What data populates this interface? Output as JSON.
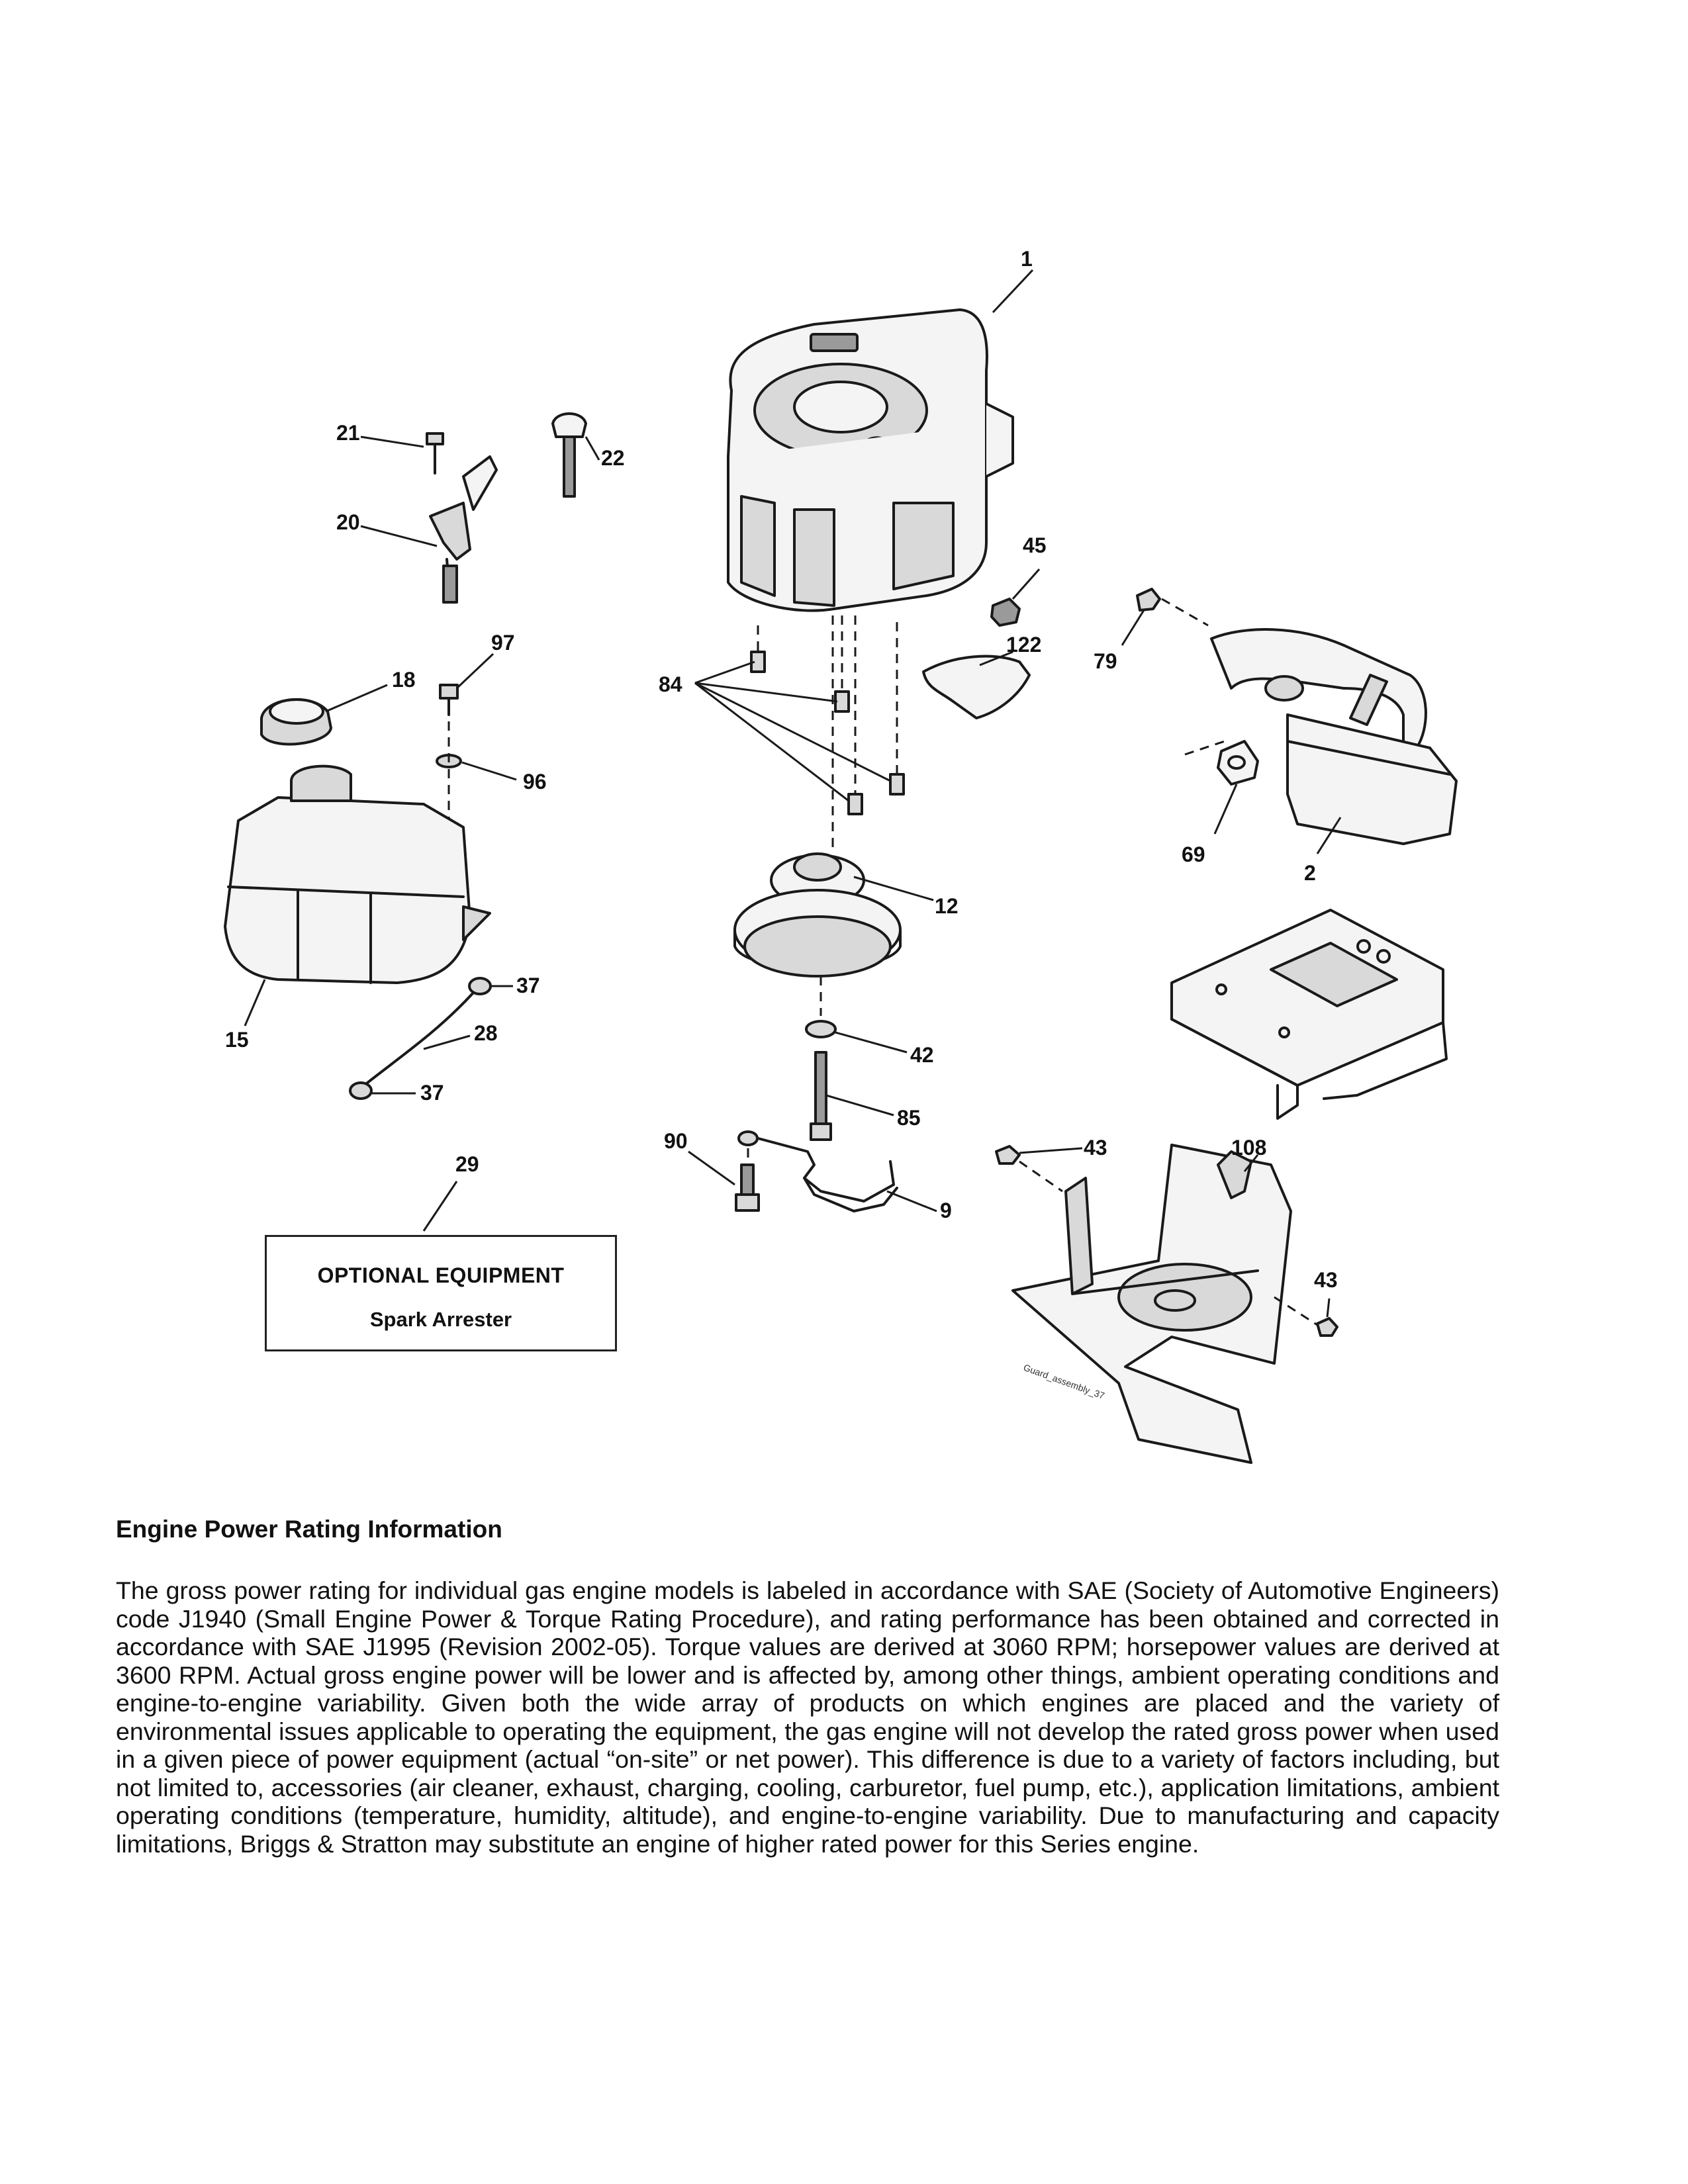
{
  "diagram": {
    "callouts": {
      "c1": "1",
      "c2": "2",
      "c9": "9",
      "c12": "12",
      "c15": "15",
      "c18": "18",
      "c20": "20",
      "c21": "21",
      "c22": "22",
      "c28": "28",
      "c29": "29",
      "c37a": "37",
      "c37b": "37",
      "c42": "42",
      "c43a": "43",
      "c43b": "43",
      "c45": "45",
      "c69": "69",
      "c79": "79",
      "c84": "84",
      "c85": "85",
      "c90": "90",
      "c96": "96",
      "c97": "97",
      "c108": "108",
      "c122": "122"
    },
    "guard_stamp": "Guard_assembly_37"
  },
  "optional_equipment": {
    "title": "OPTIONAL EQUIPMENT",
    "item": "Spark Arrester"
  },
  "rating_info": {
    "title": "Engine Power Rating Information",
    "body": "The gross power rating for individual gas engine models is labeled in accordance with SAE (Society of Automotive Engineers) code J1940 (Small Engine Power & Torque Rating Procedure), and rating performance has been obtained and corrected in accordance with SAE J1995 (Revision 2002-05). Torque values are derived at 3060 RPM; horsepower values are derived at 3600 RPM. Actual gross engine power will be lower and is affected by, among other things, ambient operating conditions and engine-to-engine variability. Given both the wide array of products on which engines are placed and the variety of environmental issues applicable to operating the equipment, the gas engine will not develop the rated gross power when used in a given piece of power equipment (actual “on-site” or net power). This difference is due to a variety of factors including, but not limited to, accessories (air cleaner, exhaust, charging, cooling, carburetor, fuel pump, etc.), application limitations, ambient operating conditions (temperature, humidity, altitude), and engine-to-engine variability. Due to manufacturing and capacity limitations, Briggs & Stratton may substitute an engine of higher rated power for this Series engine."
  }
}
